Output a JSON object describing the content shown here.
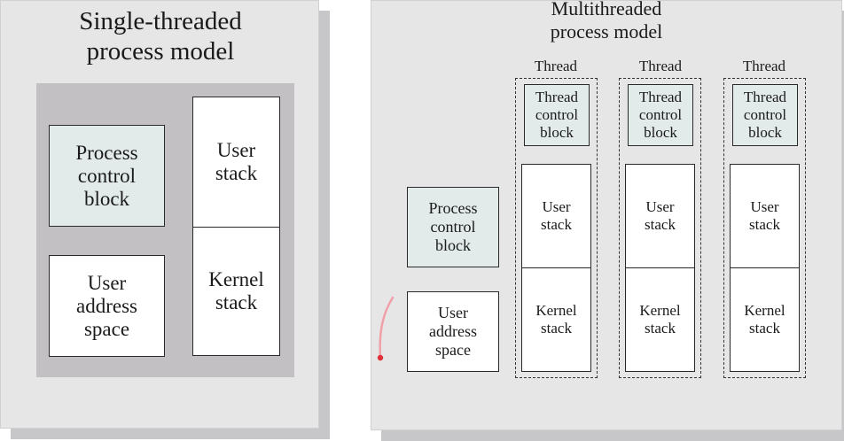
{
  "single": {
    "title_line1": "Single-threaded",
    "title_line2": "process model",
    "pcb": "Process\ncontrol\nblock",
    "user_stack": "User\nstack",
    "user_address_space": "User\naddress\nspace",
    "kernel_stack": "Kernel\nstack"
  },
  "multi": {
    "title_line1": "Multithreaded",
    "title_line2": "process model",
    "pcb": "Process\ncontrol\nblock",
    "user_address_space": "User\naddress\nspace",
    "threads": [
      {
        "label": "Thread",
        "tcb": "Thread\ncontrol\nblock",
        "user_stack": "User\nstack",
        "kernel_stack": "Kernel\nstack"
      },
      {
        "label": "Thread",
        "tcb": "Thread\ncontrol\nblock",
        "user_stack": "User\nstack",
        "kernel_stack": "Kernel\nstack"
      },
      {
        "label": "Thread",
        "tcb": "Thread\ncontrol\nblock",
        "user_stack": "User\nstack",
        "kernel_stack": "Kernel\nstack"
      }
    ]
  },
  "colors": {
    "panel": "#e6e6e7",
    "inner": "#c2c0c3",
    "tinted_box": "#e2ebea",
    "pointer": "#e0303a"
  }
}
